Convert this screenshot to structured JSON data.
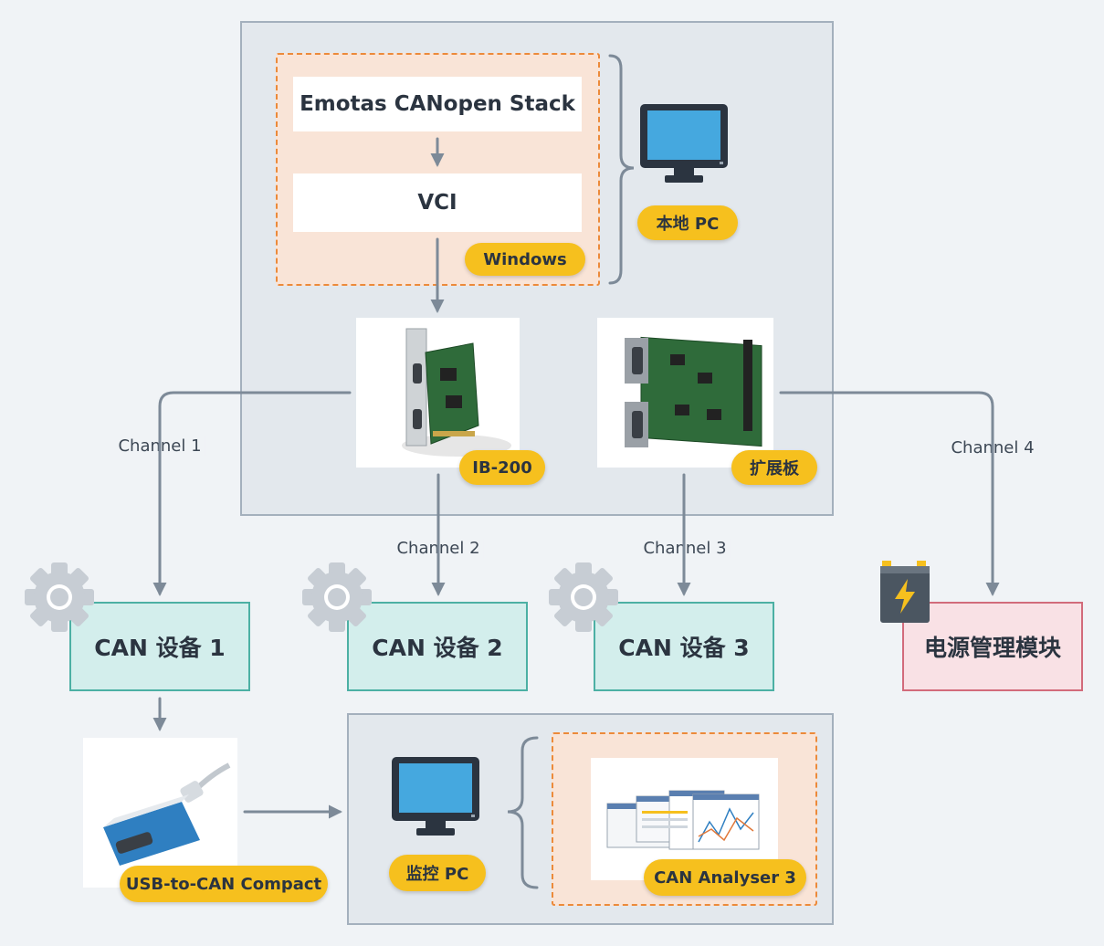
{
  "local_pc": {
    "stack_label": "Emotas CANopen Stack",
    "vci_label": "VCI",
    "os_badge": "Windows",
    "pc_badge": "本地 PC",
    "monitor_icon": "monitor-icon"
  },
  "hardware": {
    "ib200_badge": "IB-200",
    "ext_badge": "扩展板"
  },
  "channels": {
    "ch1": "Channel 1",
    "ch2": "Channel 2",
    "ch3": "Channel 3",
    "ch4": "Channel 4"
  },
  "devices": {
    "dev1": "CAN 设备 1",
    "dev2": "CAN 设备 2",
    "dev3": "CAN 设备 3",
    "power": "电源管理模块",
    "gear_icon": "gear-icon",
    "battery_icon": "battery-icon"
  },
  "monitor": {
    "usb_badge": "USB-to-CAN Compact",
    "pc_badge": "监控 PC",
    "analyser_badge": "CAN Analyser 3"
  },
  "colors": {
    "panel": "#e3e8ed",
    "panel_border": "#a4b0bd",
    "dashed_fill": "#f9e4d7",
    "dashed_border": "#ec8a3a",
    "badge": "#f6c01e",
    "device_fill": "#d3eeec",
    "device_border": "#4cb0a4",
    "power_fill": "#f9e1e5",
    "power_border": "#d26b7b",
    "connector": "#7d8a98"
  }
}
